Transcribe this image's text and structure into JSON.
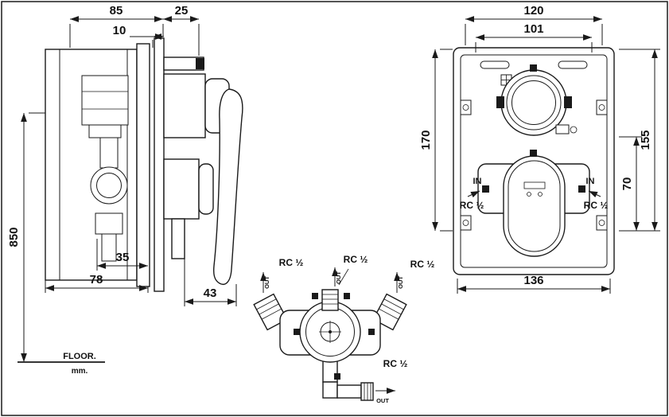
{
  "drawing_colors": {
    "line": "#1a1a1a",
    "background": "#ffffff"
  },
  "side_view": {
    "dims": {
      "w85": "85",
      "w25": "25",
      "w10": "10",
      "h850": "850",
      "b35": "35",
      "b78": "78",
      "b43": "43"
    },
    "floor": {
      "line1": "FLOOR.",
      "line2": "mm."
    }
  },
  "front_view": {
    "dims": {
      "t120": "120",
      "t101": "101",
      "l170": "170",
      "r155": "155",
      "r70": "70",
      "b136": "136"
    },
    "ports": {
      "in_left": "IN",
      "in_right": "IN",
      "rc_left": "RC ½",
      "rc_right": "RC ½"
    }
  },
  "top_view": {
    "ports": [
      {
        "position": "left",
        "rc": "RC ½",
        "out": "OUT"
      },
      {
        "position": "middle",
        "rc": "RC ½",
        "out": "OUT"
      },
      {
        "position": "right",
        "rc": "RC ½",
        "out": "OUT"
      },
      {
        "position": "bottom",
        "rc": "RC ½",
        "out": "OUT"
      }
    ]
  }
}
